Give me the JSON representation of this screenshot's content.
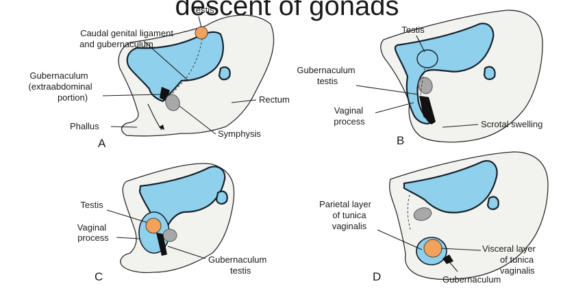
{
  "title": "descent of gonads",
  "colors": {
    "peritoneal_cavity": "#8fd0ec",
    "testis": "#f2a25a",
    "gubernaculum": "#111111",
    "bone_organ": "#a8a8a8"
  },
  "panels": {
    "a": {
      "letter": "A",
      "labels": {
        "testis": "Testis",
        "caudal_1": "Caudal genital ligament",
        "caudal_2": "and gubernaculum",
        "gub_1": "Gubernaculum",
        "gub_2": "(extraabdominal",
        "gub_3": "portion)",
        "rectum": "Rectum",
        "phallus": "Phallus",
        "symphysis": "Symphysis"
      }
    },
    "b": {
      "letter": "B",
      "labels": {
        "testis": "Testis",
        "gub_1": "Gubernaculum",
        "gub_2": "testis",
        "vag_1": "Vaginal",
        "vag_2": "process",
        "scrotal": "Scrotal swelling"
      }
    },
    "c": {
      "letter": "C",
      "labels": {
        "testis": "Testis",
        "vag_1": "Vaginal",
        "vag_2": "process",
        "gub_1": "Gubernaculum",
        "gub_2": "testis"
      }
    },
    "d": {
      "letter": "D",
      "labels": {
        "parietal_1": "Parietal layer",
        "parietal_2": "of tunica",
        "parietal_3": "vaginalis",
        "visceral_1": "Visceral layer",
        "visceral_2": "of tunica",
        "visceral_3": "vaginalis",
        "gub": "Gubernaculum"
      }
    }
  }
}
